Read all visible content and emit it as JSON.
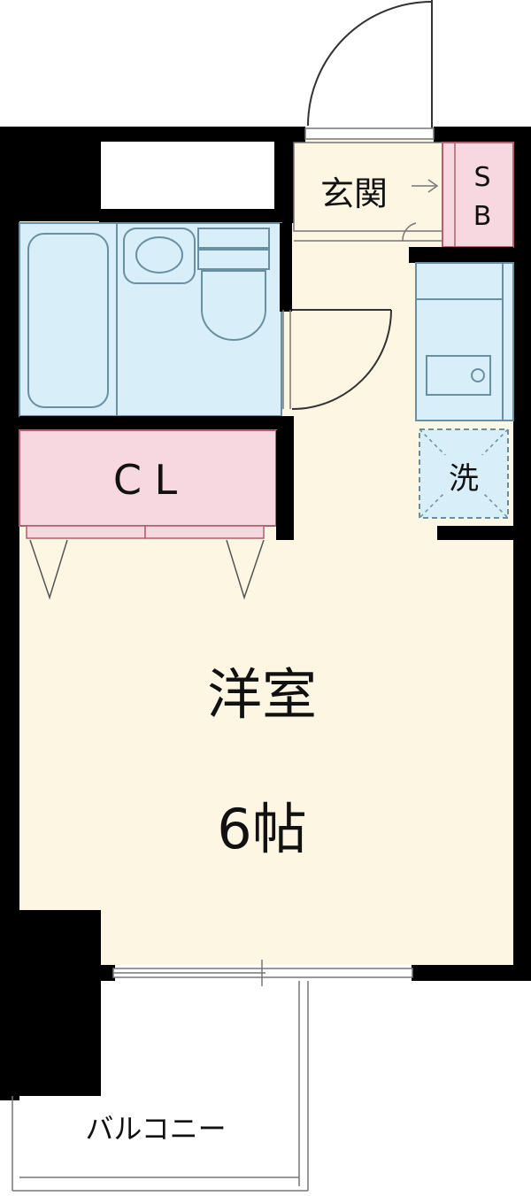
{
  "rooms": {
    "entrance": "玄関",
    "shoe_box_top": "S",
    "shoe_box_bottom": "B",
    "closet": "C L",
    "washer": "洗",
    "main_room_name": "洋室",
    "main_room_size": "6帖",
    "balcony": "バルコニー"
  },
  "colors": {
    "wall": "#000000",
    "floor": "#fdf6e3",
    "bath": "#d8eef8",
    "bath_line": "#6a8fa0",
    "closet": "#f8d8e0",
    "closet_line": "#b06070",
    "outline": "#777777"
  }
}
